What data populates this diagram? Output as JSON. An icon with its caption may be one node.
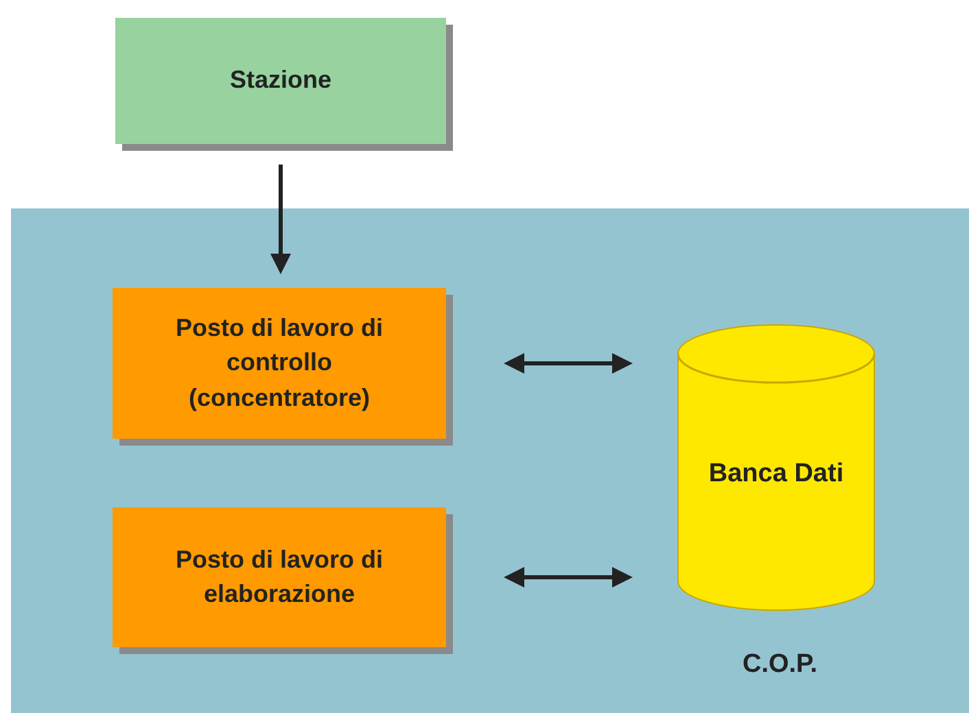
{
  "diagram": {
    "nodes": [
      {
        "text": [
          "Stazione"
        ]
      },
      {
        "text": [
          "C.O.P."
        ]
      },
      {
        "text": [
          "Posto di lavoro di controllo (concentratore)"
        ],
        "in": 1
      },
      {
        "text": [
          "Posto di lavoro di elaborazione"
        ],
        "in": 1
      },
      {
        "text": [
          "Banca Dati"
        ],
        "in": 1
      }
    ],
    "edges": [
      {
        "from": 0,
        "to": 2,
        "arrow": "to"
      },
      {
        "from": 2,
        "to": 4,
        "arrow": "both"
      },
      {
        "from": 3,
        "to": 4,
        "arrow": "both"
      }
    ]
  }
}
